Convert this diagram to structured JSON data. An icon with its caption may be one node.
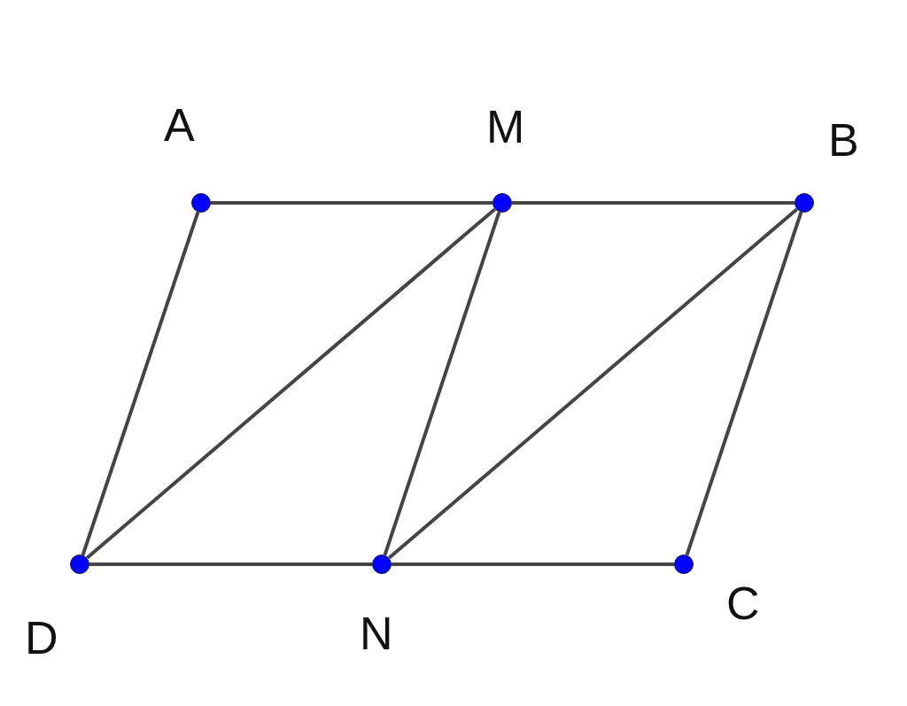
{
  "diagram": {
    "nodes": [
      {
        "text": [],
        "shape": "circle",
        "beside": [
          "A"
        ]
      },
      {
        "text": [],
        "shape": "circle",
        "beside": [
          "M"
        ]
      },
      {
        "text": [],
        "shape": "circle",
        "beside": [
          "B"
        ]
      },
      {
        "text": [],
        "shape": "circle",
        "beside": [
          "D"
        ]
      },
      {
        "text": [],
        "shape": "circle",
        "beside": [
          "N"
        ]
      },
      {
        "text": [],
        "shape": "circle",
        "beside": [
          "C"
        ]
      }
    ],
    "edges": [
      {
        "from": 0,
        "to": 1,
        "arrow": "none"
      },
      {
        "from": 1,
        "to": 2,
        "arrow": "none"
      },
      {
        "from": 0,
        "to": 3,
        "arrow": "none"
      },
      {
        "from": 3,
        "to": 1,
        "arrow": "none"
      },
      {
        "from": 1,
        "to": 4,
        "arrow": "none"
      },
      {
        "from": 4,
        "to": 2,
        "arrow": "none"
      },
      {
        "from": 2,
        "to": 5,
        "arrow": "none"
      },
      {
        "from": 3,
        "to": 4,
        "arrow": "none"
      },
      {
        "from": 4,
        "to": 5,
        "arrow": "none"
      }
    ]
  }
}
